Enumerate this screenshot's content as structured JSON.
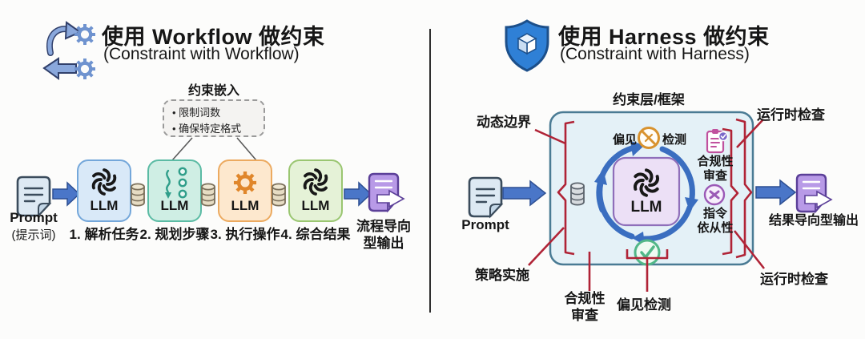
{
  "left_panel": {
    "title": "使用 Workflow 做约束",
    "subtitle": "(Constraint with Workflow)",
    "constraint_title": "约束嵌入",
    "constraint_items": [
      "限制词数",
      "确保特定格式"
    ],
    "prompt_label": "Prompt",
    "prompt_sublabel": "(提示词)",
    "llm_label": "LLM",
    "steps": [
      {
        "label": "1. 解析任务",
        "icon": "openai-logo"
      },
      {
        "label": "2. 规划步骤",
        "icon": "flow-branch"
      },
      {
        "label": "3. 执行操作",
        "icon": "gear"
      },
      {
        "label": "4. 综合结果",
        "icon": "openai-logo"
      }
    ],
    "output_label": "流程导向\n型输出"
  },
  "right_panel": {
    "title": "使用 Harness 做约束",
    "subtitle": "(Constraint with Harness)",
    "frame_title": "约束层/框架",
    "annotations": {
      "dynamic_boundary": "动态边界",
      "runtime_check_top": "运行时检查",
      "runtime_check_bottom": "运行时检查",
      "policy_enforcement": "策略实施",
      "compliance_review_bottom": "合规性\n审查",
      "bias_detection_bottom": "偏见检测"
    },
    "inner": {
      "bias_left": "偏见",
      "bias_right": "检测",
      "llm_label": "LLM",
      "compliance_review": "合规性\n审查",
      "instruction_adherence": "指令\n依从性"
    },
    "prompt_label": "Prompt",
    "output_label": "结果导向型输出"
  },
  "colors": {
    "arrow_blue": "#4a76c8",
    "cycle_blue": "#3a6ec0",
    "annotation_red": "#b02336",
    "harness_box_fill": "#e4f1f7",
    "harness_box_border": "#4a7b94",
    "llm_center_fill": "#ece0f6",
    "step_fills": [
      "#d9e9f8",
      "#cfeee4",
      "#fde8ce",
      "#e5f2d7"
    ],
    "step_borders": [
      "#74a7da",
      "#5bbba4",
      "#ecaa60",
      "#9ac671"
    ],
    "output_purple": "#b89ae7",
    "shield_blue": "#2f80d6",
    "check_green": "#52b788",
    "warning_orange": "#d8922e",
    "clipboard_pink": "#c0519e",
    "instruction_purple": "#9b59b6"
  }
}
